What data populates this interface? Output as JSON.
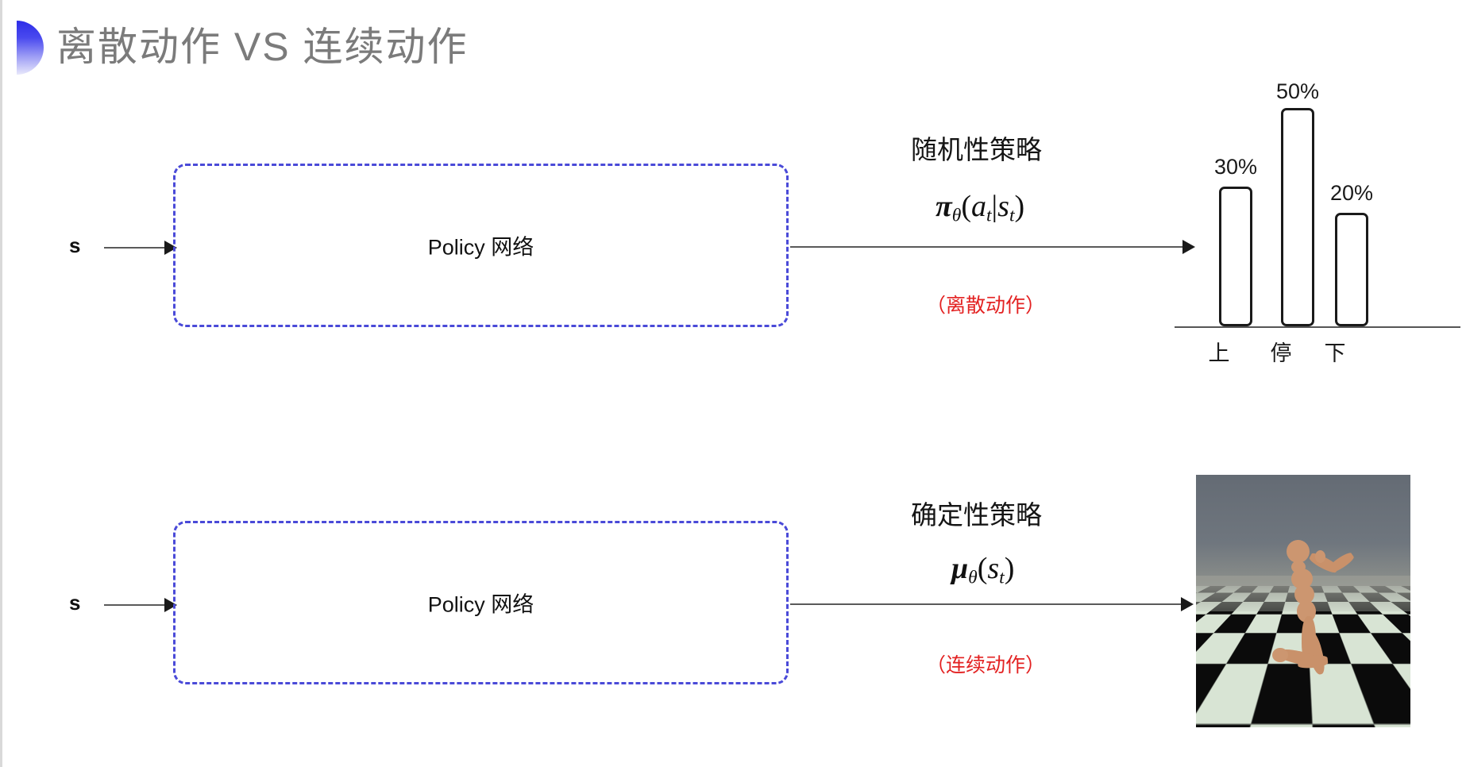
{
  "slide": {
    "title": "离散动作 VS 连续动作",
    "accent_color": "#4a4ad8",
    "title_color": "#7b7b7b",
    "note_color": "#e32222",
    "background": "#ffffff"
  },
  "rows": [
    {
      "state_label": "s",
      "box_label": "Policy 网络",
      "policy_name": "随机性策略",
      "formula": {
        "fn": "π",
        "sub": "θ",
        "open": "(",
        "arg1": "a",
        "arg1sub": "t",
        "bar": "|",
        "arg2": "s",
        "arg2sub": "t",
        "close": ")"
      },
      "note": "（离散动作）"
    },
    {
      "state_label": "s",
      "box_label": "Policy 网络",
      "policy_name": "确定性策略",
      "formula": {
        "fn": "μ",
        "sub": "θ",
        "open": "(",
        "arg1": "s",
        "arg1sub": "t",
        "close": ")"
      },
      "note": "（连续动作）"
    }
  ],
  "chart_data": {
    "type": "bar",
    "title": "",
    "xlabel": "",
    "ylabel": "",
    "categories": [
      "上",
      "停",
      "下"
    ],
    "values": [
      30,
      50,
      20
    ],
    "value_labels": [
      "30%",
      "50%",
      "20%"
    ],
    "ylim": [
      0,
      55
    ],
    "grid": false,
    "legend": "none",
    "bar_fill": "#ffffff",
    "bar_stroke": "#1a1a1a"
  },
  "sim_image": {
    "caption": "",
    "alt_name": "mujoco-humanoid-running"
  }
}
